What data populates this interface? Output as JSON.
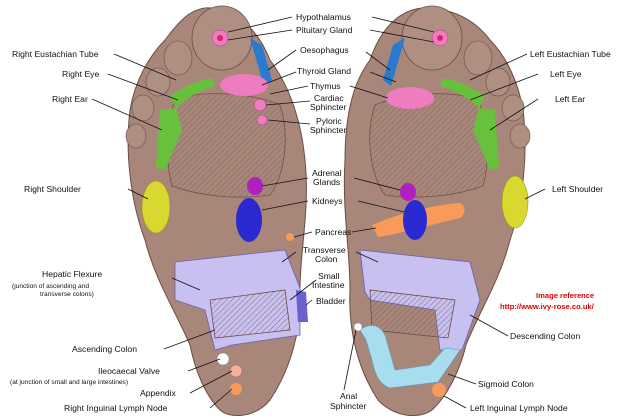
{
  "labels": {
    "hypothalamus": "Hypothalamus",
    "pituitary_gland": "Pituitary Gland",
    "oesophagus": "Oesophagus",
    "thyroid_gland": "Thyroid Gland",
    "thymus": "Thymus",
    "cardiac_sphincter_1": "Cardiac",
    "cardiac_sphincter_2": "Sphincter",
    "pyloric_sphincter_1": "Pyloric",
    "pyloric_sphincter_2": "Sphincter",
    "adrenal_glands_1": "Adrenal",
    "adrenal_glands_2": "Glands",
    "kidneys": "Kidneys",
    "pancreas": "Pancreas",
    "transverse_colon_1": "Transverse",
    "transverse_colon_2": "Colon",
    "small_intestine_1": "Small",
    "small_intestine_2": "Intestine",
    "bladder": "Bladder",
    "anal_sphincter_1": "Anal",
    "anal_sphincter_2": "Sphincter",
    "right_eustachian_tube": "Right Eustachian Tube",
    "right_eye": "Right Eye",
    "right_ear": "Right Ear",
    "right_shoulder": "Right Shoulder",
    "hepatic_flexure": "Hepatic Flexure",
    "hepatic_note_1": "(junction of ascending and",
    "hepatic_note_2": "transverse colons)",
    "ascending_colon": "Ascending Colon",
    "ileocaecal_valve": "Ileocaecal Valve",
    "ileocaecal_note": "(at junction of small and large intestines)",
    "appendix": "Appendix",
    "right_inguinal": "Right Inguinal Lymph Node",
    "left_eustachian_tube": "Left Eustachian Tube",
    "left_eye": "Left Eye",
    "left_ear": "Left Ear",
    "left_shoulder": "Left Shoulder",
    "descending_colon": "Descending Colon",
    "sigmoid_colon": "Sigmoid Colon",
    "left_inguinal": "Left Inguinal Lymph Node"
  },
  "reference": {
    "line1": "Image reference",
    "line2": "http://www.ivy-rose.co.uk/"
  },
  "colors": {
    "skin": "#a8867a",
    "skin_dark": "#8a6a5e",
    "pink_zone": "#f07cc0",
    "green_zone": "#66c23a",
    "yellow_zone": "#d8d830",
    "blue_zone": "#2a2ad0",
    "magenta_zone": "#b020c0",
    "orange_zone": "#f79a5a",
    "lavender_zone": "#c8c0f0",
    "cyan_zone": "#a8ddf0",
    "reference_red": "#e00000"
  }
}
